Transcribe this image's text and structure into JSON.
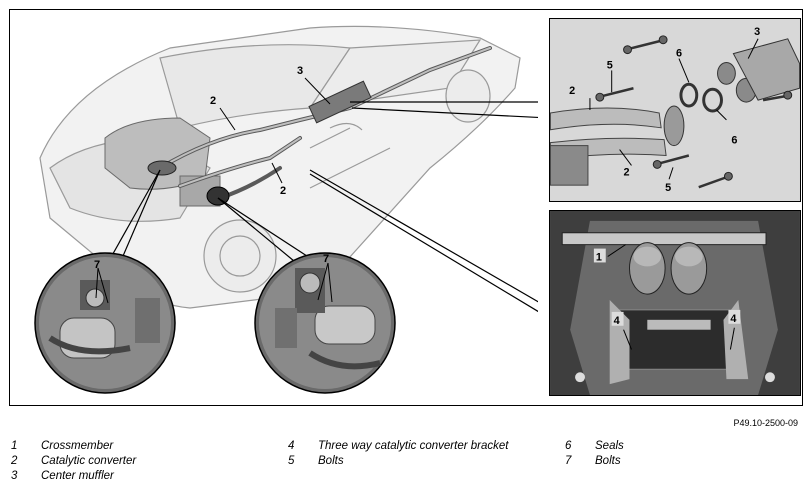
{
  "figure": {
    "code": "P49.10-2500-09",
    "main_callouts": {
      "c2a": "2",
      "c3": "3",
      "c2b": "2",
      "c7_left": "7",
      "c7_right": "7"
    },
    "inset_top_callouts": {
      "c3": "3",
      "c5_top": "5",
      "c6_top": "6",
      "c2_left": "2",
      "c6_right": "6",
      "c2_bottom": "2",
      "c5_bottom": "5"
    },
    "inset_bottom_callouts": {
      "c1": "1",
      "c4_left": "4",
      "c4_right": "4"
    }
  },
  "legend": {
    "items": [
      {
        "num": "1",
        "label": "Crossmember"
      },
      {
        "num": "2",
        "label": "Catalytic converter"
      },
      {
        "num": "3",
        "label": "Center muffler"
      },
      {
        "num": "4",
        "label": "Three way catalytic converter bracket"
      },
      {
        "num": "5",
        "label": "Bolts"
      },
      {
        "num": "6",
        "label": "Seals"
      },
      {
        "num": "7",
        "label": "Bolts"
      }
    ]
  }
}
